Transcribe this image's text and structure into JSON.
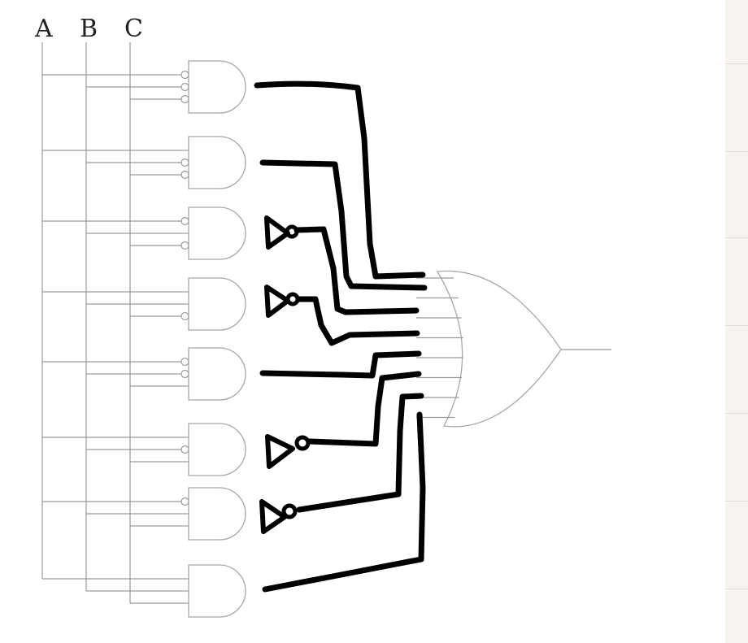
{
  "labels": {
    "input_a": "A",
    "input_b": "B",
    "input_c": "C"
  },
  "colors": {
    "background": "#ffffff",
    "printed_circuit": "#9a9a9a",
    "handwritten_ink": "#000000",
    "paper": "#f7f3ef"
  },
  "and_gates": [
    {
      "inverted_inputs": [
        "A",
        "B",
        "C"
      ]
    },
    {
      "inverted_inputs": [
        "B",
        "C"
      ]
    },
    {
      "inverted_inputs": [
        "A",
        "C"
      ]
    },
    {
      "inverted_inputs": [
        "C"
      ]
    },
    {
      "inverted_inputs": [
        "A",
        "B"
      ]
    },
    {
      "inverted_inputs": [
        "B"
      ]
    },
    {
      "inverted_inputs": [
        "A"
      ]
    },
    {
      "inverted_inputs": []
    }
  ],
  "or_gate": {
    "inputs": 8
  }
}
